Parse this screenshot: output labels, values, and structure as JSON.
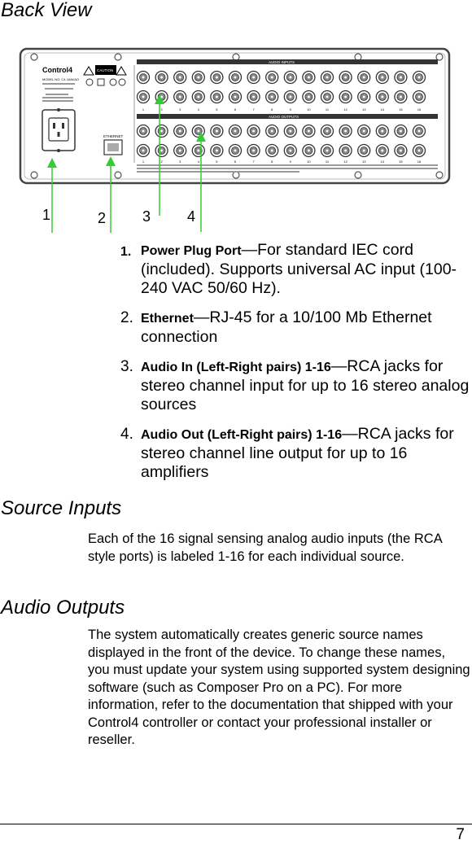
{
  "page_title": "Back View",
  "figure": {
    "device_brand": "Control4",
    "device_model": "MODEL NO: C4-16AI/AO",
    "panel_top_label": "AUDIO INPUTS",
    "panel_bottom_label": "AUDIO OUTPUTS",
    "ethernet_label": "ETHERNET",
    "caution_label": "CAUTION",
    "channel_numbers": [
      "1",
      "2",
      "3",
      "4",
      "5",
      "6",
      "7",
      "8",
      "9",
      "10",
      "11",
      "12",
      "13",
      "14",
      "15",
      "16"
    ],
    "callouts": [
      "1",
      "2",
      "3",
      "4"
    ]
  },
  "items": [
    {
      "number": "1.",
      "label": "Power Plug Port",
      "text": "—For standard IEC cord (included). Supports universal AC input (100-240 VAC 50/60 Hz)."
    },
    {
      "number": "2.",
      "label": "Ethernet",
      "text": "—RJ-45 for a 10/100 Mb Ethernet connection"
    },
    {
      "number": "3.",
      "label": "Audio In (Left-Right pairs) 1-16",
      "text": "—RCA jacks for stereo channel input for up to 16 stereo analog sources"
    },
    {
      "number": "4.",
      "label": "Audio Out (Left-Right pairs) 1-16",
      "text": "—RCA jacks for stereo channel line output for up to 16 amplifiers"
    }
  ],
  "sections": [
    {
      "heading": "Source Inputs",
      "body": "Each of the 16 signal sensing analog audio inputs (the RCA style ports) is labeled 1-16 for each individual source."
    },
    {
      "heading": "Audio Outputs",
      "body": "The system automatically creates generic source names displayed in the front of the device. To change these names, you must update your system using supported system designing software (such as Composer Pro on a PC). For more information, refer to the documentation that shipped with your Control4 controller or contact your professional installer or reseller."
    }
  ],
  "page_number": "7",
  "colors": {
    "callout_line": "#33cc33",
    "panel_fill": "#ffffff",
    "panel_stroke": "#444444",
    "jack_dark": "#888888"
  }
}
